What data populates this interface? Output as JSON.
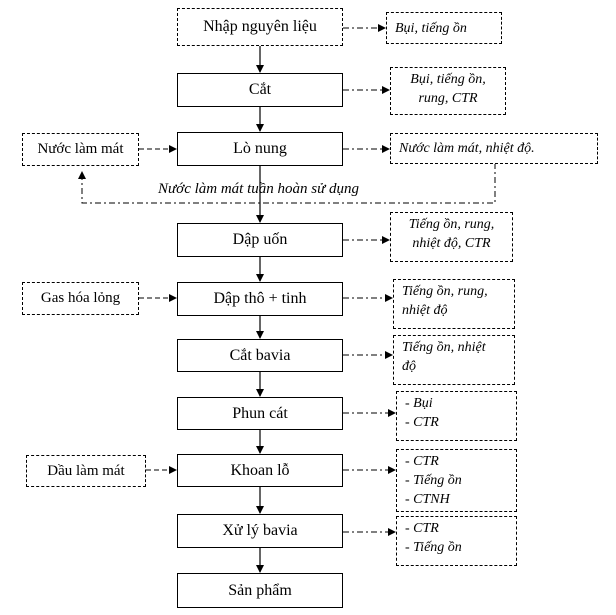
{
  "steps": [
    {
      "label": "Nhập nguyên liệu"
    },
    {
      "label": "Cắt"
    },
    {
      "label": "Lò nung"
    },
    {
      "label": "Dập uốn"
    },
    {
      "label": "Dập thô + tinh"
    },
    {
      "label": "Cắt bavia"
    },
    {
      "label": "Phun cát"
    },
    {
      "label": "Khoan lỗ"
    },
    {
      "label": "Xử lý bavia"
    },
    {
      "label": "Sản phẩm"
    }
  ],
  "outputs": [
    {
      "lines": [
        "Bụi, tiếng ồn"
      ]
    },
    {
      "lines": [
        "Bụi, tiếng ồn,",
        "rung, CTR"
      ]
    },
    {
      "lines": [
        "Nước làm mát, nhiệt độ."
      ]
    },
    {
      "lines": [
        "Tiếng ồn, rung,",
        "nhiệt độ, CTR"
      ]
    },
    {
      "lines": [
        "Tiếng ồn, rung,",
        "nhiệt độ"
      ]
    },
    {
      "lines": [
        "Tiếng ồn, nhiệt",
        "độ"
      ]
    },
    {
      "lines": [
        "- Bụi",
        "- CTR"
      ]
    },
    {
      "lines": [
        "- CTR",
        "- Tiếng ồn",
        "- CTNH"
      ]
    },
    {
      "lines": [
        "- CTR",
        "- Tiếng ồn"
      ]
    }
  ],
  "inputs": [
    {
      "label": "Nước làm mát"
    },
    {
      "label": "Gas hóa lỏng"
    },
    {
      "label": "Dầu làm mát"
    }
  ],
  "loop_label": "Nước làm mát tuần hoàn sử dụng"
}
